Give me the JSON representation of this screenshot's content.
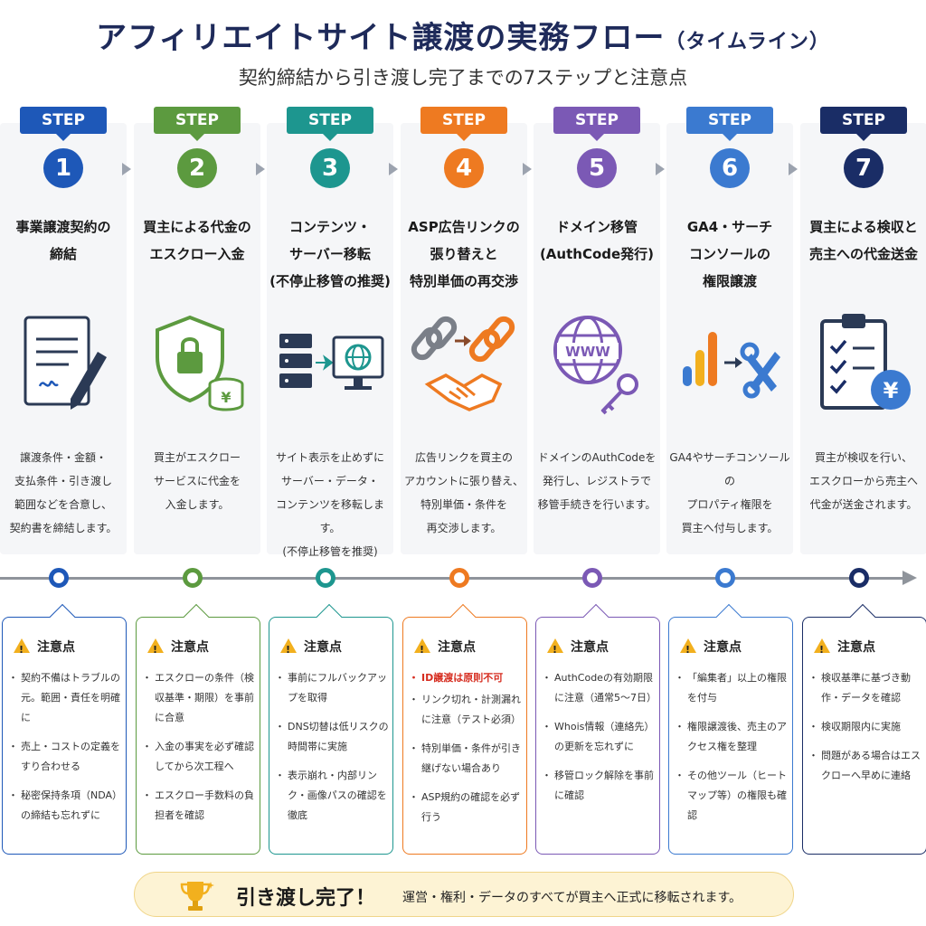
{
  "header": {
    "title": "アフィリエイトサイト譲渡の実務フロー",
    "title_suffix": "（タイムライン）",
    "subtitle": "契約締結から引き渡し完了までの7ステップと注意点"
  },
  "colors": {
    "step1": "#1e58b8",
    "step2": "#5c9a3f",
    "step3": "#1d968f",
    "step4": "#ee7a21",
    "step5": "#7b59b5",
    "step6": "#3b7ad0",
    "step7": "#1a2d66",
    "warning": "#f2b01e",
    "alert_text": "#d62d20"
  },
  "steps": [
    {
      "tab": "STEP",
      "number": "1",
      "title": [
        "事業譲渡契約の",
        "締結"
      ],
      "icon": "contract-signing-icon",
      "desc": [
        "譲渡条件・金額・",
        "支払条件・引き渡し",
        "範囲などを合意し、",
        "契約書を締結します。"
      ],
      "note_head": "注意点",
      "notes": [
        "契約不備はトラブルの元。範囲・責任を明確に",
        "売上・コストの定義をすり合わせる",
        "秘密保持条項（NDA）の締結も忘れずに"
      ]
    },
    {
      "tab": "STEP",
      "number": "2",
      "title": [
        "買主による代金の",
        "エスクロー入金"
      ],
      "icon": "shield-lock-coins-icon",
      "desc": [
        "買主がエスクロー",
        "サービスに代金を",
        "入金します。"
      ],
      "note_head": "注意点",
      "notes": [
        "エスクローの条件（検収基準・期限）を事前に合意",
        "入金の事実を必ず確認してから次工程へ",
        "エスクロー手数料の負担者を確認"
      ]
    },
    {
      "tab": "STEP",
      "number": "3",
      "title": [
        "コンテンツ・",
        "サーバー移転",
        "(不停止移管の推奨)"
      ],
      "icon": "server-migration-icon",
      "desc": [
        "サイト表示を止めずに",
        "サーバー・データ・",
        "コンテンツを移転します。",
        "(不停止移管を推奨)"
      ],
      "note_head": "注意点",
      "notes": [
        "事前にフルバックアップを取得",
        "DNS切替は低リスクの時間帯に実施",
        "表示崩れ・内部リンク・画像パスの確認を徹底"
      ]
    },
    {
      "tab": "STEP",
      "number": "4",
      "title": [
        "ASP広告リンクの",
        "張り替えと",
        "特別単価の再交渉"
      ],
      "icon": "link-handshake-icon",
      "desc": [
        "広告リンクを買主の",
        "アカウントに張り替え、",
        "特別単価・条件を",
        "再交渉します。"
      ],
      "note_head": "注意点",
      "notes_alert": "ID譲渡は原則不可",
      "notes": [
        "リンク切れ・計測漏れに注意（テスト必須）",
        "特別単価・条件が引き継げない場合あり",
        "ASP規約の確認を必ず行う"
      ]
    },
    {
      "tab": "STEP",
      "number": "5",
      "title": [
        "ドメイン移管",
        "(AuthCode発行)"
      ],
      "icon": "www-globe-key-icon",
      "icon_text": "WWW",
      "desc": [
        "ドメインのAuthCodeを",
        "発行し、レジストラで",
        "移管手続きを行います。"
      ],
      "note_head": "注意点",
      "notes": [
        "AuthCodeの有効期限に注意（通常5〜7日）",
        "Whois情報（連絡先）の更新を忘れずに",
        "移管ロック解除を事前に確認"
      ]
    },
    {
      "tab": "STEP",
      "number": "6",
      "title": [
        "GA4・サーチ",
        "コンソールの",
        "権限譲渡"
      ],
      "icon": "analytics-tools-icon",
      "desc": [
        "GA4やサーチコンソールの",
        "プロパティ権限を",
        "買主へ付与します。"
      ],
      "note_head": "注意点",
      "notes": [
        "「編集者」以上の権限を付与",
        "権限譲渡後、売主のアクセス権を整理",
        "その他ツール（ヒートマップ等）の権限も確認"
      ]
    },
    {
      "tab": "STEP",
      "number": "7",
      "title": [
        "買主による検収と",
        "売主への代金送金"
      ],
      "icon": "checklist-yen-icon",
      "icon_text": "¥",
      "desc": [
        "買主が検収を行い、",
        "エスクローから売主へ",
        "代金が送金されます。"
      ],
      "note_head": "注意点",
      "notes": [
        "検収基準に基づき動作・データを確認",
        "検収期限内に実施",
        "問題がある場合はエスクローへ早めに連絡"
      ]
    }
  ],
  "banner": {
    "icon": "trophy-icon",
    "title": "引き渡し完了！",
    "text": "運営・権利・データのすべてが買主へ正式に移転されます。"
  }
}
